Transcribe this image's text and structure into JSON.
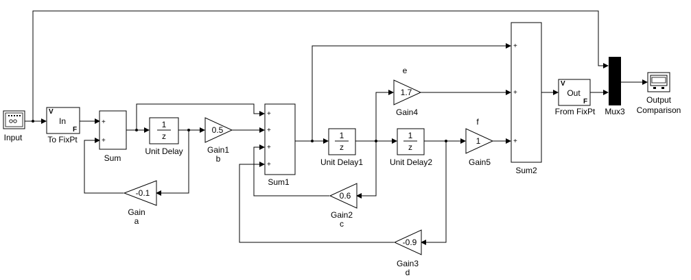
{
  "blocks": {
    "input": {
      "label": "Input"
    },
    "to_fixpt": {
      "label": "To FixPt",
      "text": "In",
      "tag_v": "V",
      "tag_f": "F"
    },
    "sum": {
      "label": "Sum",
      "signs": [
        "+",
        "+"
      ]
    },
    "unit_delay": {
      "label": "Unit Delay",
      "num": "1",
      "den": "z"
    },
    "gain1": {
      "label": "Gain1",
      "sub": "b",
      "value": "0.5"
    },
    "gain": {
      "label": "Gain",
      "sub": "a",
      "value": "-0.1"
    },
    "sum1": {
      "label": "Sum1",
      "signs": [
        "+",
        "+",
        "+",
        "+"
      ]
    },
    "gain2": {
      "label": "Gain2",
      "sub": "c",
      "value": "0.6"
    },
    "gain3": {
      "label": "Gain3",
      "sub": "d",
      "value": "-0.9"
    },
    "unit_delay1": {
      "label": "Unit Delay1",
      "num": "1",
      "den": "z"
    },
    "gain4": {
      "label": "Gain4",
      "sub": "e",
      "value": "1.7"
    },
    "unit_delay2": {
      "label": "Unit Delay2",
      "num": "1",
      "den": "z"
    },
    "gain5": {
      "label": "Gain5",
      "sub": "f",
      "value": "1"
    },
    "sum2": {
      "label": "Sum2",
      "signs": [
        "+",
        "+",
        "+"
      ]
    },
    "from_fixpt": {
      "label": "From FixPt",
      "text": "Out",
      "tag_v": "V",
      "tag_f": "F"
    },
    "mux3": {
      "label": "Mux3"
    },
    "output_comparison": {
      "label_line1": "Output",
      "label_line2": "Comparison"
    }
  }
}
